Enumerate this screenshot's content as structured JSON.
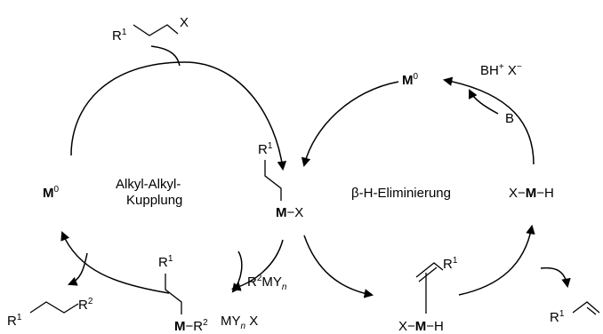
{
  "labels": {
    "left_cycle": [
      "Alkyl-Alkyl-",
      "Kupplung"
    ],
    "right_cycle": "β-H-Eliminierung"
  },
  "species": {
    "substrate": {
      "r": "R",
      "r_sup": "1",
      "x": "X"
    },
    "m0_left": {
      "m": "M",
      "sup": "0"
    },
    "m0_top": {
      "m": "M",
      "sup": "0"
    },
    "salt": {
      "main": "BH",
      "sup1": "+",
      "x": " X",
      "sup2": "−"
    },
    "base": "B",
    "m_x": {
      "r": "R",
      "r_sup": "1",
      "m": "M",
      "x": "−X"
    },
    "x_m_h_right": {
      "x": "X−",
      "m": "M",
      "h": "−H"
    },
    "product": {
      "r1": "R",
      "r1_sup": "1",
      "r2": "R",
      "r2_sup": "2"
    },
    "m_r2": {
      "r": "R",
      "r_sup": "1",
      "m": "M",
      "r2": "−R",
      "r2_sup": "2"
    },
    "mynx": {
      "m": "MY",
      "n": "n",
      "x": " X"
    },
    "r2myn": {
      "r": "R",
      "r_sup": "2",
      "my": "MY",
      "n": "n"
    },
    "alkene_complex": {
      "r": "R",
      "r_sup": "1",
      "x": "X−",
      "m": "M",
      "h": "−H"
    },
    "alkene_product": {
      "r": "R",
      "r_sup": "1"
    }
  }
}
